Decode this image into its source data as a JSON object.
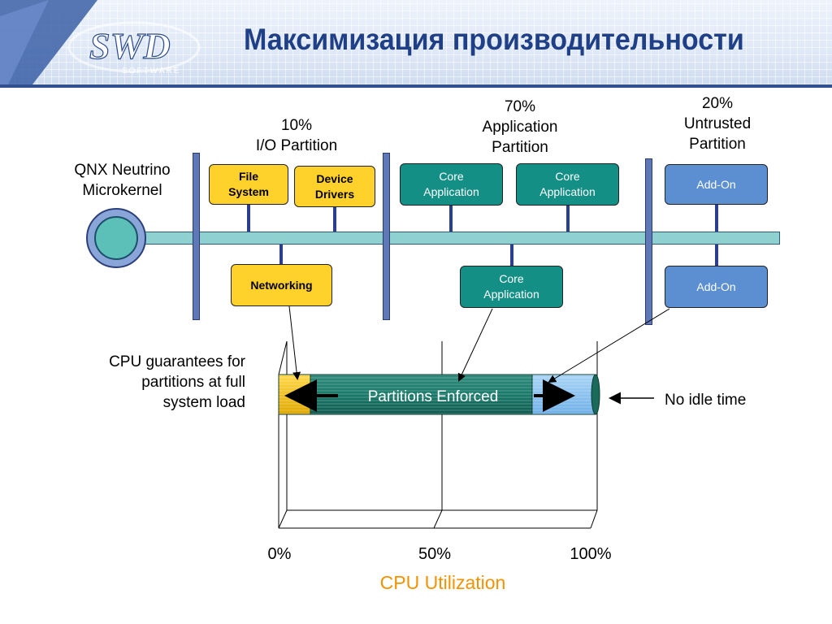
{
  "title": "Максимизация производительности",
  "logo": {
    "text": "SWD",
    "subtext": "SOFTWARE"
  },
  "kernel_label": [
    "QNX Neutrino",
    "Microkernel"
  ],
  "partitions": {
    "io": {
      "percent": "10%",
      "name": "I/O Partition"
    },
    "app": {
      "percent": "70%",
      "name_line1": "Application",
      "name_line2": "Partition"
    },
    "untrusted": {
      "percent": "20%",
      "name_line1": "Untrusted",
      "name_line2": "Partition"
    }
  },
  "components": {
    "file_system": [
      "File",
      "System"
    ],
    "device_drivers": [
      "Device",
      "Drivers"
    ],
    "networking": "Networking",
    "core_app": [
      "Core",
      "Application"
    ],
    "add_on": "Add-On"
  },
  "cpu_note": [
    "CPU guarantees for",
    "partitions at full",
    "system load"
  ],
  "enforced_label": "Partitions Enforced",
  "no_idle_label": "No idle time",
  "axis": {
    "ticks": [
      "0%",
      "50%",
      "100%"
    ],
    "label": "CPU Utilization"
  },
  "colors": {
    "io": "#ffd12a",
    "app": "#138f86",
    "untrusted": "#5b8fd2",
    "accent": "#f39200",
    "title": "#1f3f86"
  },
  "chart_data": {
    "type": "bar",
    "categories": [
      "I/O Partition",
      "Application Partition",
      "Untrusted Partition"
    ],
    "values": [
      10,
      70,
      20
    ],
    "xlim": [
      0,
      100
    ]
  }
}
